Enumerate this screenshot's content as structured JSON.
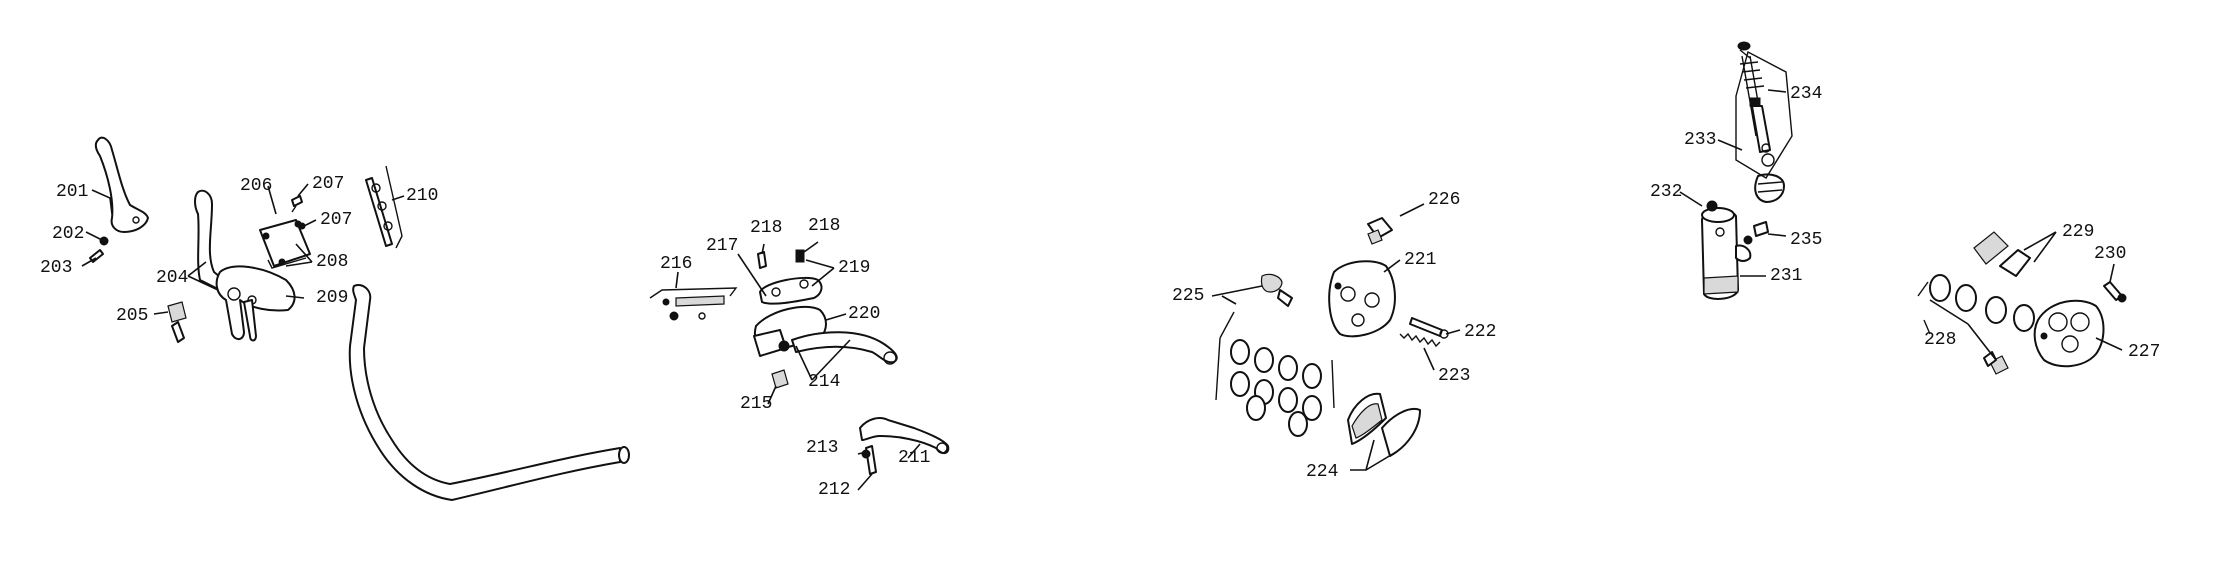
{
  "colors": {
    "line": "#111111",
    "background": "#ffffff"
  },
  "groups": [
    {
      "name": "clutch-lever-assembly",
      "parts": [
        "201",
        "202",
        "203",
        "204",
        "205",
        "206",
        "207",
        "207",
        "208",
        "209",
        "210"
      ]
    },
    {
      "name": "handlebar",
      "parts": []
    },
    {
      "name": "brake-master-cylinder-front",
      "parts": [
        "211",
        "212",
        "213",
        "214",
        "215",
        "216",
        "217",
        "218",
        "218",
        "219",
        "220"
      ]
    },
    {
      "name": "front-brake-caliper",
      "parts": [
        "221",
        "222",
        "223",
        "224",
        "225",
        "226"
      ]
    },
    {
      "name": "rear-master-cylinder",
      "parts": [
        "231",
        "232",
        "233",
        "234",
        "235"
      ]
    },
    {
      "name": "rear-brake-caliper",
      "parts": [
        "227",
        "228",
        "229",
        "230"
      ]
    }
  ]
}
